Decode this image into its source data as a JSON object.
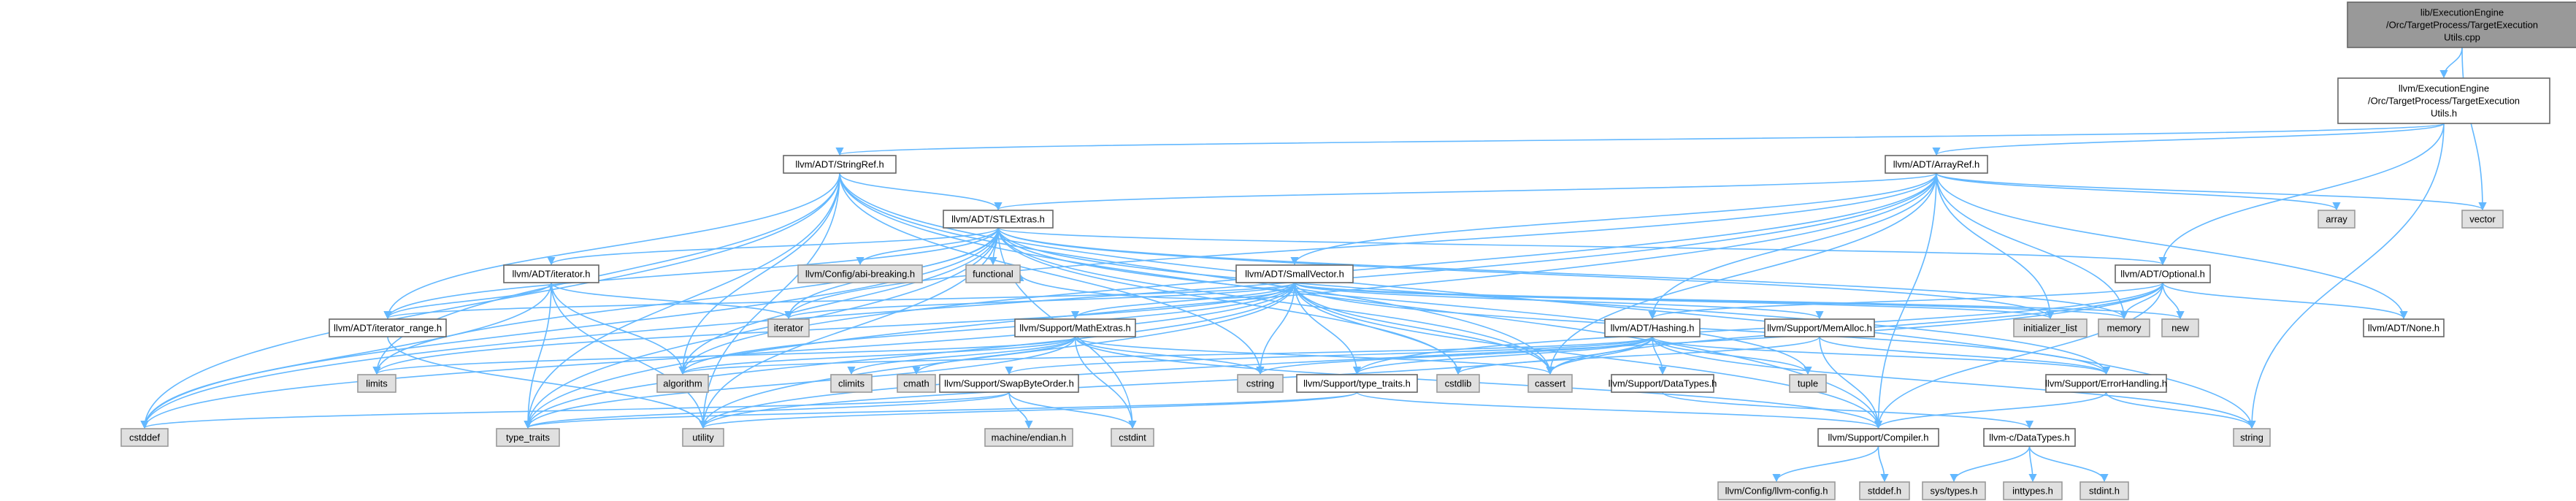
{
  "colors": {
    "root_fill": "#999999",
    "root_stroke": "#666666",
    "node_fill": "#ffffff",
    "node_stroke": "#666666",
    "external_fill": "#e0e0e0",
    "external_stroke": "#999999",
    "edge": "#63b8ff"
  },
  "nodes": [
    {
      "id": "root",
      "kind": "root",
      "lines": [
        "lib/ExecutionEngine",
        "/Orc/TargetProcess/TargetExecution",
        "Utils.cpp"
      ]
    },
    {
      "id": "teu_h",
      "kind": "file",
      "lines": [
        "llvm/ExecutionEngine",
        "/Orc/TargetProcess/TargetExecution",
        "Utils.h"
      ]
    },
    {
      "id": "stringref",
      "kind": "file",
      "lines": [
        "llvm/ADT/StringRef.h"
      ]
    },
    {
      "id": "arrayref",
      "kind": "file",
      "lines": [
        "llvm/ADT/ArrayRef.h"
      ]
    },
    {
      "id": "stlextras",
      "kind": "file",
      "lines": [
        "llvm/ADT/STLExtras.h"
      ]
    },
    {
      "id": "smallvector",
      "kind": "file",
      "lines": [
        "llvm/ADT/SmallVector.h"
      ]
    },
    {
      "id": "optional",
      "kind": "file",
      "lines": [
        "llvm/ADT/Optional.h"
      ]
    },
    {
      "id": "iterator_h",
      "kind": "file",
      "lines": [
        "llvm/ADT/iterator.h"
      ]
    },
    {
      "id": "iterator_range",
      "kind": "file",
      "lines": [
        "llvm/ADT/iterator_range.h"
      ]
    },
    {
      "id": "hashing",
      "kind": "file",
      "lines": [
        "llvm/ADT/Hashing.h"
      ]
    },
    {
      "id": "memalloc",
      "kind": "file",
      "lines": [
        "llvm/Support/MemAlloc.h"
      ]
    },
    {
      "id": "mathextras",
      "kind": "file",
      "lines": [
        "llvm/Support/MathExtras.h"
      ]
    },
    {
      "id": "none_h",
      "kind": "file",
      "lines": [
        "llvm/ADT/None.h"
      ]
    },
    {
      "id": "swapbyteorder",
      "kind": "file",
      "lines": [
        "llvm/Support/SwapByteOrder.h"
      ]
    },
    {
      "id": "type_traits_h",
      "kind": "file",
      "lines": [
        "llvm/Support/type_traits.h"
      ]
    },
    {
      "id": "datatypes_h",
      "kind": "file",
      "lines": [
        "llvm/Support/DataTypes.h"
      ]
    },
    {
      "id": "errorhandling",
      "kind": "file",
      "lines": [
        "llvm/Support/ErrorHandling.h"
      ]
    },
    {
      "id": "compiler_h",
      "kind": "file",
      "lines": [
        "llvm/Support/Compiler.h"
      ]
    },
    {
      "id": "c_datatypes",
      "kind": "file",
      "lines": [
        "llvm-c/DataTypes.h"
      ]
    },
    {
      "id": "abi_breaking",
      "kind": "external",
      "lines": [
        "llvm/Config/abi-breaking.h"
      ]
    },
    {
      "id": "functional",
      "kind": "external",
      "lines": [
        "functional"
      ]
    },
    {
      "id": "array",
      "kind": "external",
      "lines": [
        "array"
      ]
    },
    {
      "id": "vector",
      "kind": "external",
      "lines": [
        "vector"
      ]
    },
    {
      "id": "iterator",
      "kind": "external",
      "lines": [
        "iterator"
      ]
    },
    {
      "id": "initializer_list",
      "kind": "external",
      "lines": [
        "initializer_list"
      ]
    },
    {
      "id": "memory",
      "kind": "external",
      "lines": [
        "memory"
      ]
    },
    {
      "id": "new",
      "kind": "external",
      "lines": [
        "new"
      ]
    },
    {
      "id": "limits",
      "kind": "external",
      "lines": [
        "limits"
      ]
    },
    {
      "id": "algorithm",
      "kind": "external",
      "lines": [
        "algorithm"
      ]
    },
    {
      "id": "climits",
      "kind": "external",
      "lines": [
        "climits"
      ]
    },
    {
      "id": "cmath",
      "kind": "external",
      "lines": [
        "cmath"
      ]
    },
    {
      "id": "cstring",
      "kind": "external",
      "lines": [
        "cstring"
      ]
    },
    {
      "id": "cstdlib",
      "kind": "external",
      "lines": [
        "cstdlib"
      ]
    },
    {
      "id": "cassert",
      "kind": "external",
      "lines": [
        "cassert"
      ]
    },
    {
      "id": "tuple",
      "kind": "external",
      "lines": [
        "tuple"
      ]
    },
    {
      "id": "cstddef",
      "kind": "external",
      "lines": [
        "cstddef"
      ]
    },
    {
      "id": "type_traits",
      "kind": "external",
      "lines": [
        "type_traits"
      ]
    },
    {
      "id": "utility",
      "kind": "external",
      "lines": [
        "utility"
      ]
    },
    {
      "id": "machine_endian",
      "kind": "external",
      "lines": [
        "machine/endian.h"
      ]
    },
    {
      "id": "cstdint",
      "kind": "external",
      "lines": [
        "cstdint"
      ]
    },
    {
      "id": "string",
      "kind": "external",
      "lines": [
        "string"
      ]
    },
    {
      "id": "llvm_config",
      "kind": "external",
      "lines": [
        "llvm/Config/llvm-config.h"
      ]
    },
    {
      "id": "stddef_h",
      "kind": "external",
      "lines": [
        "stddef.h"
      ]
    },
    {
      "id": "sys_types",
      "kind": "external",
      "lines": [
        "sys/types.h"
      ]
    },
    {
      "id": "inttypes_h",
      "kind": "external",
      "lines": [
        "inttypes.h"
      ]
    },
    {
      "id": "stdint_h",
      "kind": "external",
      "lines": [
        "stdint.h"
      ]
    }
  ],
  "edges": [
    [
      "root",
      "teu_h"
    ],
    [
      "root",
      "vector"
    ],
    [
      "teu_h",
      "stringref"
    ],
    [
      "teu_h",
      "arrayref"
    ],
    [
      "teu_h",
      "optional"
    ],
    [
      "teu_h",
      "string"
    ],
    [
      "stringref",
      "stlextras"
    ],
    [
      "stringref",
      "iterator_range"
    ],
    [
      "stringref",
      "compiler_h"
    ],
    [
      "stringref",
      "algorithm"
    ],
    [
      "stringref",
      "cassert"
    ],
    [
      "stringref",
      "cstddef"
    ],
    [
      "stringref",
      "cstring"
    ],
    [
      "stringref",
      "limits"
    ],
    [
      "stringref",
      "string"
    ],
    [
      "stringref",
      "type_traits"
    ],
    [
      "stringref",
      "utility"
    ],
    [
      "arrayref",
      "hashing"
    ],
    [
      "arrayref",
      "none_h"
    ],
    [
      "arrayref",
      "smallvector"
    ],
    [
      "arrayref",
      "stlextras"
    ],
    [
      "arrayref",
      "compiler_h"
    ],
    [
      "arrayref",
      "algorithm"
    ],
    [
      "arrayref",
      "array"
    ],
    [
      "arrayref",
      "cassert"
    ],
    [
      "arrayref",
      "cstddef"
    ],
    [
      "arrayref",
      "initializer_list"
    ],
    [
      "arrayref",
      "iterator"
    ],
    [
      "arrayref",
      "memory"
    ],
    [
      "arrayref",
      "type_traits"
    ],
    [
      "arrayref",
      "vector"
    ],
    [
      "stlextras",
      "optional"
    ],
    [
      "stlextras",
      "abi_breaking"
    ],
    [
      "stlextras",
      "functional"
    ],
    [
      "stlextras",
      "iterator_h"
    ],
    [
      "stlextras",
      "iterator_range"
    ],
    [
      "stlextras",
      "errorhandling"
    ],
    [
      "stlextras",
      "algorithm"
    ],
    [
      "stlextras",
      "cassert"
    ],
    [
      "stlextras",
      "cstddef"
    ],
    [
      "stlextras",
      "cstdint"
    ],
    [
      "stlextras",
      "cstdlib"
    ],
    [
      "stlextras",
      "initializer_list"
    ],
    [
      "stlextras",
      "iterator"
    ],
    [
      "stlextras",
      "limits"
    ],
    [
      "stlextras",
      "memory"
    ],
    [
      "stlextras",
      "tuple"
    ],
    [
      "stlextras",
      "type_traits"
    ],
    [
      "stlextras",
      "utility"
    ],
    [
      "smallvector",
      "iterator_range"
    ],
    [
      "smallvector",
      "compiler_h"
    ],
    [
      "smallvector",
      "errorhandling"
    ],
    [
      "smallvector",
      "mathextras"
    ],
    [
      "smallvector",
      "memalloc"
    ],
    [
      "smallvector",
      "type_traits_h"
    ],
    [
      "smallvector",
      "algorithm"
    ],
    [
      "smallvector",
      "cassert"
    ],
    [
      "smallvector",
      "cstddef"
    ],
    [
      "smallvector",
      "cstdlib"
    ],
    [
      "smallvector",
      "cstring"
    ],
    [
      "smallvector",
      "functional"
    ],
    [
      "smallvector",
      "initializer_list"
    ],
    [
      "smallvector",
      "iterator"
    ],
    [
      "smallvector",
      "limits"
    ],
    [
      "smallvector",
      "memory"
    ],
    [
      "smallvector",
      "new"
    ],
    [
      "smallvector",
      "type_traits"
    ],
    [
      "smallvector",
      "utility"
    ],
    [
      "optional",
      "hashing"
    ],
    [
      "optional",
      "none_h"
    ],
    [
      "optional",
      "compiler_h"
    ],
    [
      "optional",
      "type_traits_h"
    ],
    [
      "optional",
      "cassert"
    ],
    [
      "optional",
      "memory"
    ],
    [
      "optional",
      "new"
    ],
    [
      "optional",
      "utility"
    ],
    [
      "iterator_h",
      "iterator_range"
    ],
    [
      "iterator_h",
      "algorithm"
    ],
    [
      "iterator_h",
      "cstddef"
    ],
    [
      "iterator_h",
      "iterator"
    ],
    [
      "iterator_h",
      "type_traits"
    ],
    [
      "iterator_h",
      "utility"
    ],
    [
      "iterator_range",
      "utility"
    ],
    [
      "hashing",
      "datatypes_h"
    ],
    [
      "hashing",
      "errorhandling"
    ],
    [
      "hashing",
      "swapbyteorder"
    ],
    [
      "hashing",
      "type_traits_h"
    ],
    [
      "hashing",
      "algorithm"
    ],
    [
      "hashing",
      "cassert"
    ],
    [
      "hashing",
      "cstring"
    ],
    [
      "hashing",
      "string"
    ],
    [
      "hashing",
      "tuple"
    ],
    [
      "hashing",
      "utility"
    ],
    [
      "memalloc",
      "compiler_h"
    ],
    [
      "memalloc",
      "errorhandling"
    ],
    [
      "memalloc",
      "cstdlib"
    ],
    [
      "mathextras",
      "compiler_h"
    ],
    [
      "mathextras",
      "algorithm"
    ],
    [
      "mathextras",
      "cassert"
    ],
    [
      "mathextras",
      "climits"
    ],
    [
      "mathextras",
      "cmath"
    ],
    [
      "mathextras",
      "cstdint"
    ],
    [
      "mathextras",
      "cstring"
    ],
    [
      "mathextras",
      "limits"
    ],
    [
      "mathextras",
      "type_traits"
    ],
    [
      "swapbyteorder",
      "cstddef"
    ],
    [
      "swapbyteorder",
      "cstdint"
    ],
    [
      "swapbyteorder",
      "type_traits"
    ],
    [
      "swapbyteorder",
      "machine_endian"
    ],
    [
      "type_traits_h",
      "compiler_h"
    ],
    [
      "type_traits_h",
      "type_traits"
    ],
    [
      "type_traits_h",
      "utility"
    ],
    [
      "datatypes_h",
      "c_datatypes"
    ],
    [
      "errorhandling",
      "compiler_h"
    ],
    [
      "errorhandling",
      "string"
    ],
    [
      "compiler_h",
      "llvm_config"
    ],
    [
      "compiler_h",
      "stddef_h"
    ],
    [
      "c_datatypes",
      "inttypes_h"
    ],
    [
      "c_datatypes",
      "stdint_h"
    ],
    [
      "c_datatypes",
      "sys_types"
    ]
  ]
}
